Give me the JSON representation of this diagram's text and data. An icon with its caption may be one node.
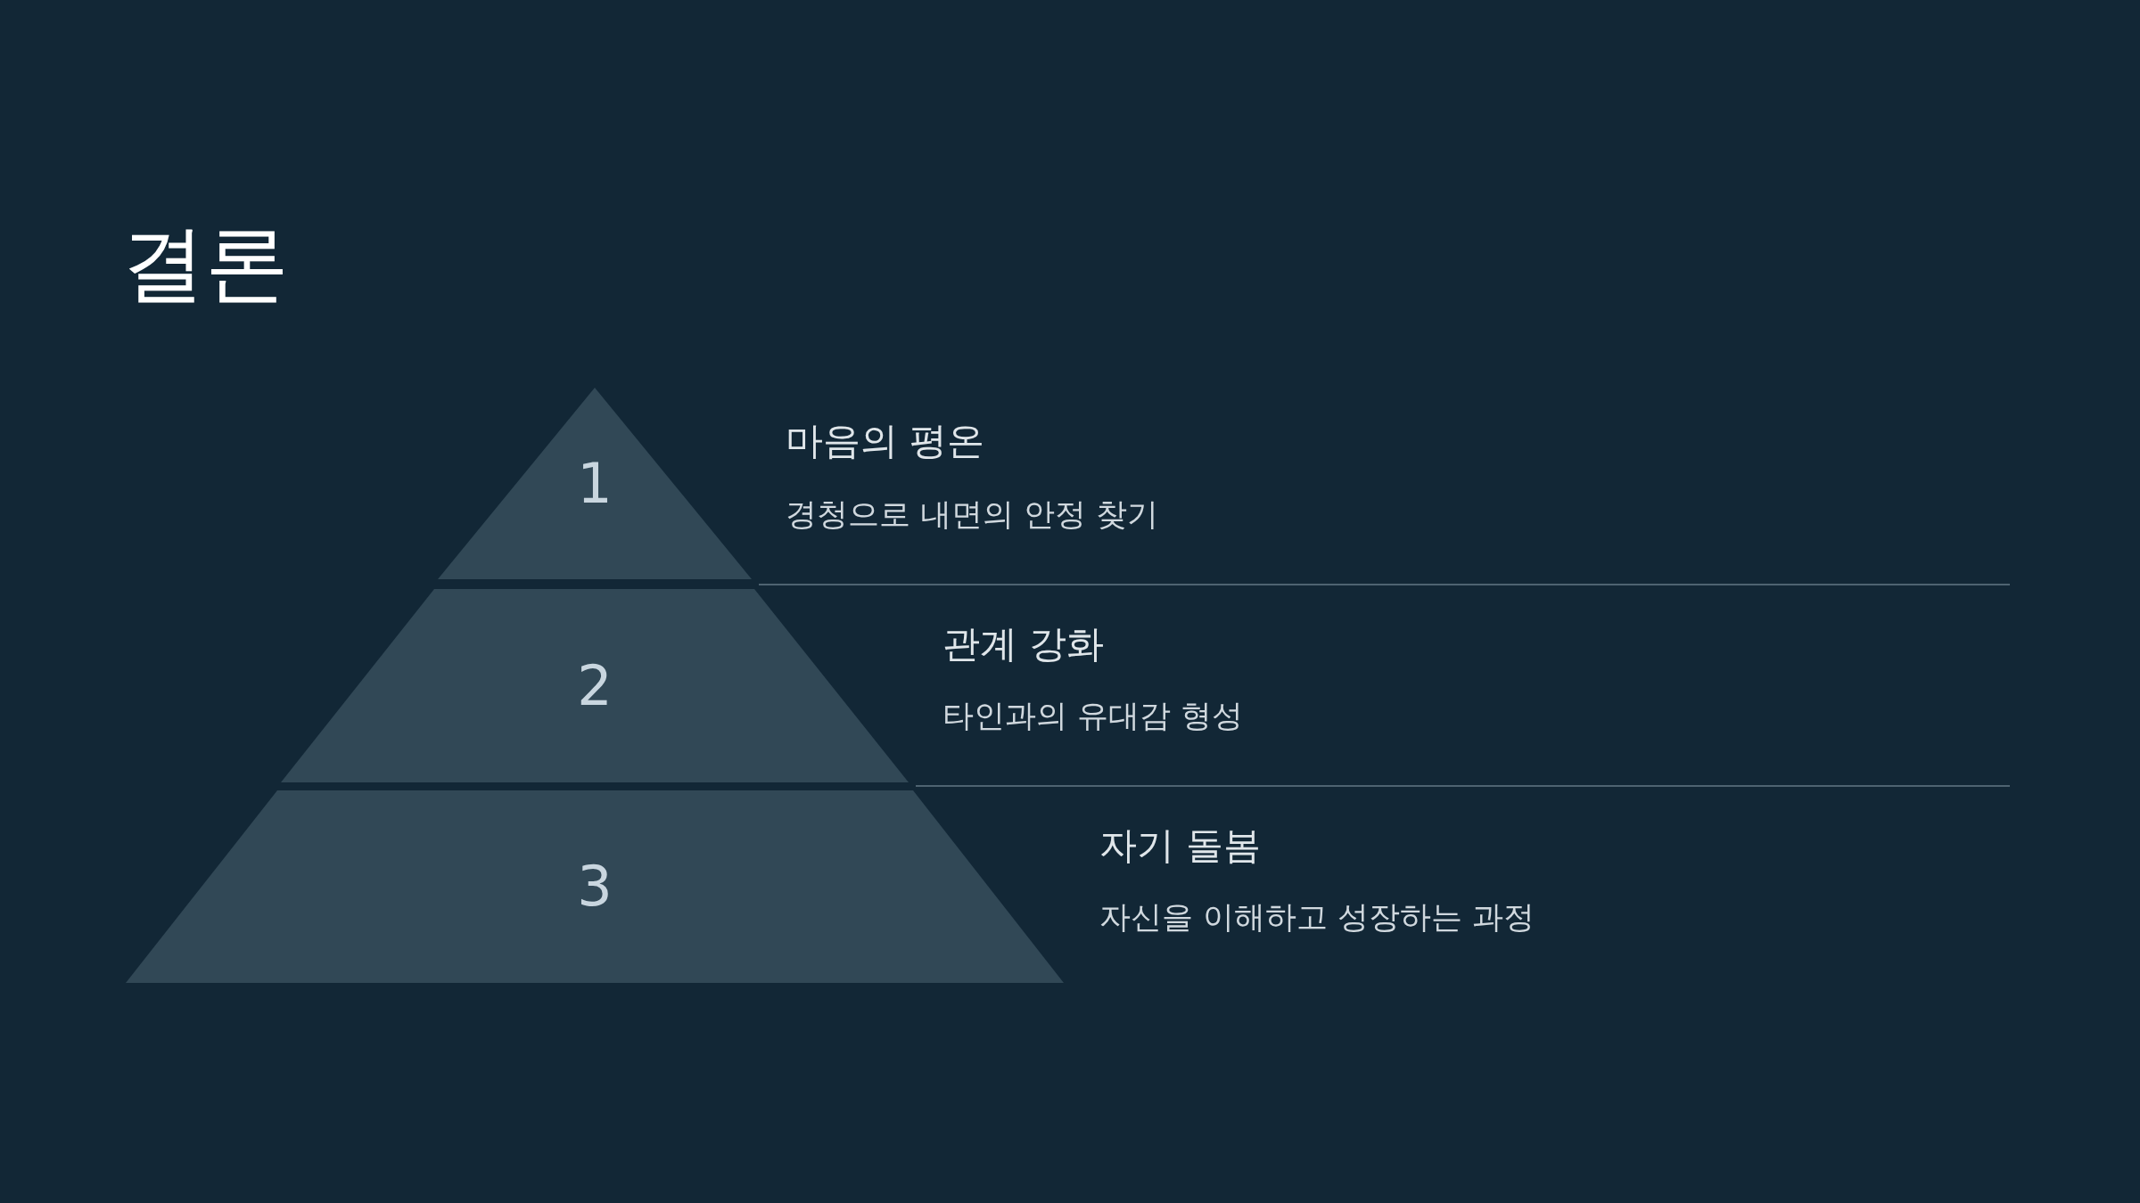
{
  "diagram": {
    "title": "결론",
    "nodes": [
      {
        "text": [
          "1"
        ],
        "beside": [
          "마음의 평온",
          "경청으로 내면의 안정 찾기"
        ]
      },
      {
        "text": [
          "2"
        ],
        "beside": [
          "관계 강화",
          "타인과의 유대감 형성"
        ]
      },
      {
        "text": [
          "3"
        ],
        "beside": [
          "자기 돌봄",
          "자신을 이해하고 성장하는 과정"
        ]
      }
    ],
    "edges": []
  }
}
